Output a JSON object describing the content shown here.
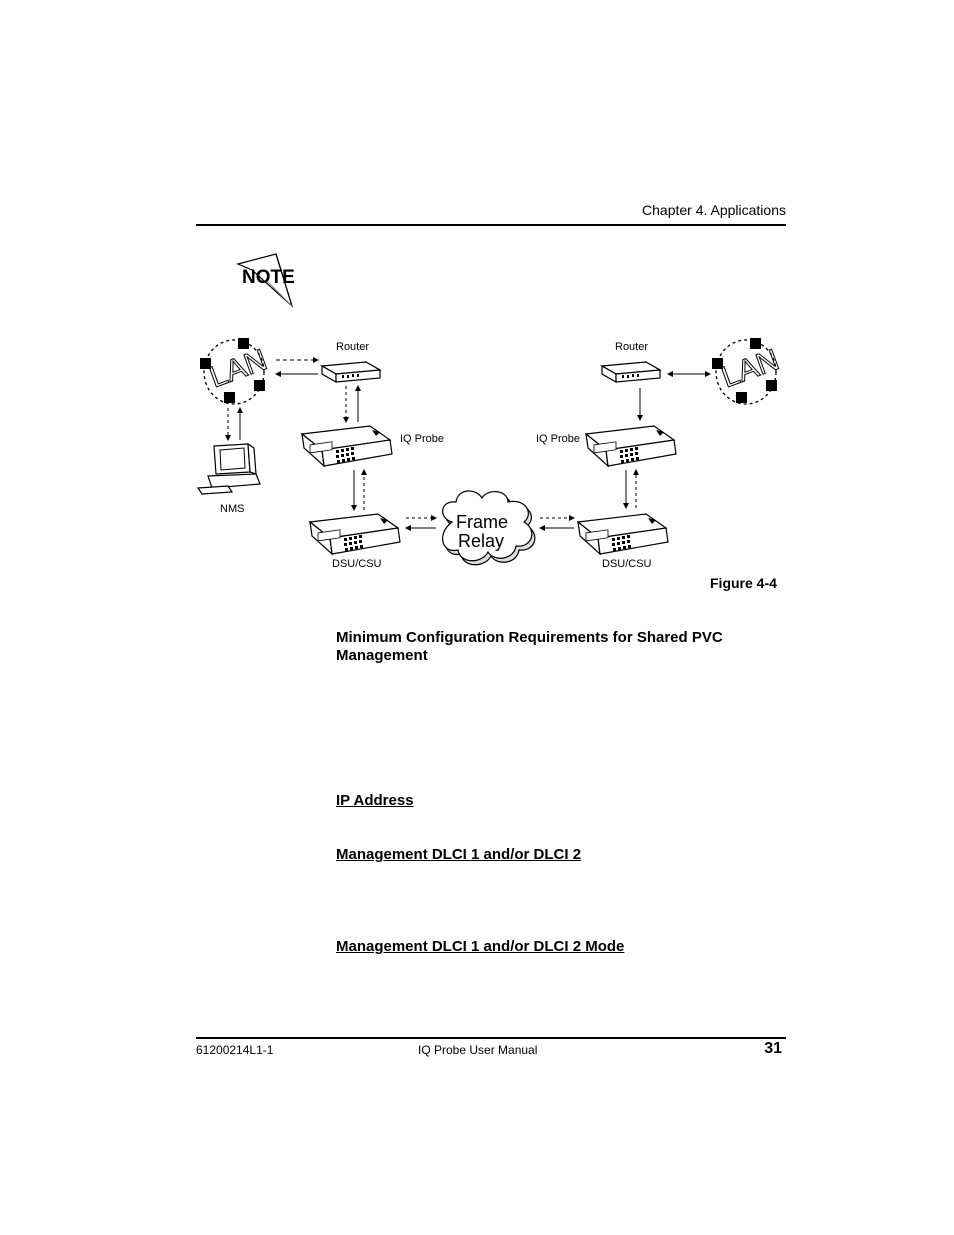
{
  "header": {
    "chapter": "Chapter 4.  Applications"
  },
  "note_icon": {
    "label": "NOTE"
  },
  "figure": {
    "labels": {
      "router_left": "Router",
      "router_right": "Router",
      "probe_left": "IQ Probe",
      "probe_right": "IQ Probe",
      "nms": "NMS",
      "dsu_left": "DSU/CSU",
      "dsu_right": "DSU/CSU",
      "lan": "LAN",
      "cloud_line1": "Frame",
      "cloud_line2": "Relay"
    },
    "caption": "Figure 4-4"
  },
  "section": {
    "heading_line1": "Minimum Configuration Requirements for Shared PVC",
    "heading_line2": "Management",
    "links": [
      "IP Address",
      "Management DLCI 1 and/or DLCI 2",
      "Management DLCI 1 and/or DLCI 2 Mode"
    ]
  },
  "footer": {
    "part_number": "61200214L1-1",
    "manual": "IQ Probe User Manual",
    "page": "31"
  }
}
